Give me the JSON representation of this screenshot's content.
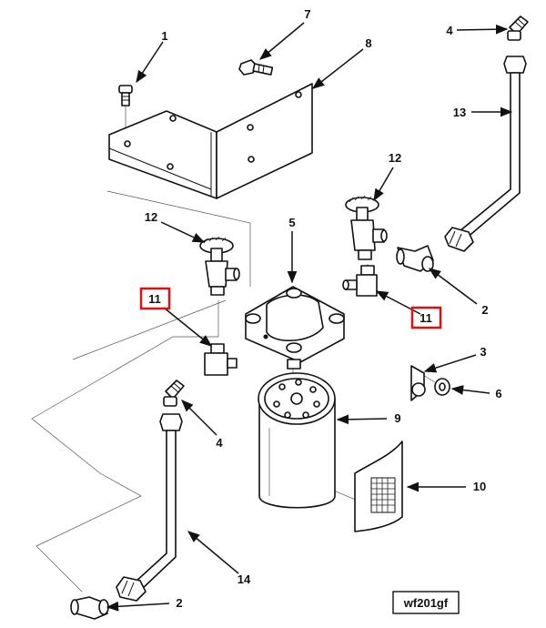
{
  "callouts": {
    "c1": "1",
    "c7": "7",
    "c8": "8",
    "c4_top": "4",
    "c13": "13",
    "c12_right": "12",
    "c12_left": "12",
    "c5": "5",
    "c11_left": "11",
    "c11_right": "11",
    "c2_right": "2",
    "c3": "3",
    "c6": "6",
    "c9": "9",
    "c4_mid": "4",
    "c10": "10",
    "c14": "14",
    "c2_bottom": "2"
  },
  "figure_code": "wf201gf",
  "colors": {
    "highlight": "#e01010",
    "line": "#111111"
  }
}
